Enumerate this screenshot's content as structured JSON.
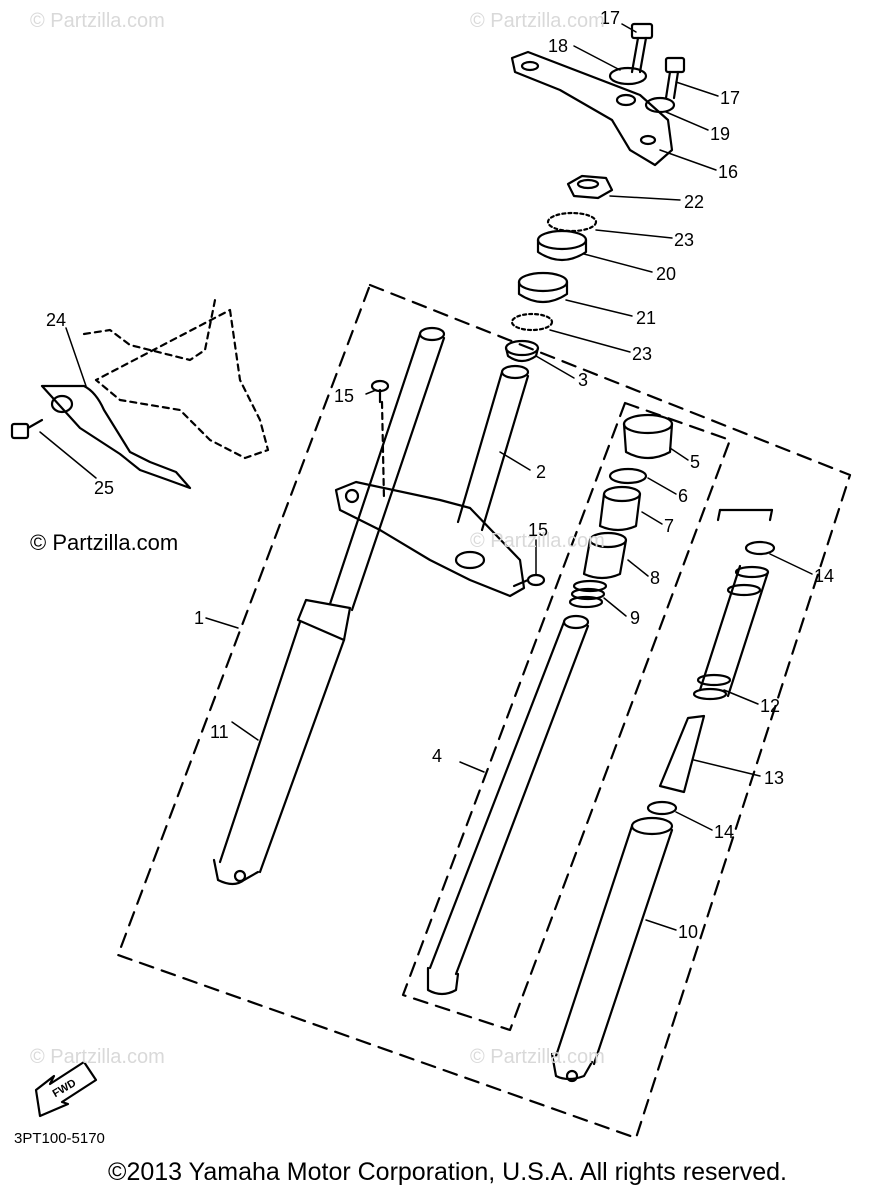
{
  "watermarks": {
    "top_left": "© Partzilla.com",
    "top_center": "© Partzilla.com",
    "middle_left": "© Partzilla.com",
    "middle_center": "© Partzilla.com",
    "bottom_left": "© Partzilla.com",
    "bottom_center": "© Partzilla.com"
  },
  "fwd_label": "FWD",
  "diagram_code": "3PT100-5170",
  "copyright": "©2013 Yamaha Motor Corporation, U.S.A. All rights reserved.",
  "callouts": {
    "c1": "1",
    "c2": "2",
    "c3": "3",
    "c4": "4",
    "c5": "5",
    "c6": "6",
    "c7": "7",
    "c8": "8",
    "c9": "9",
    "c10": "10",
    "c11": "11",
    "c12": "12",
    "c13": "13",
    "c14a": "14",
    "c14b": "14",
    "c15a": "15",
    "c15b": "15",
    "c16": "16",
    "c17a": "17",
    "c17b": "17",
    "c18": "18",
    "c19": "19",
    "c20": "20",
    "c21": "21",
    "c22": "22",
    "c23a": "23",
    "c23b": "23",
    "c24": "24",
    "c25": "25"
  },
  "colors": {
    "line": "#000000",
    "watermark": "#d9d9d9"
  }
}
